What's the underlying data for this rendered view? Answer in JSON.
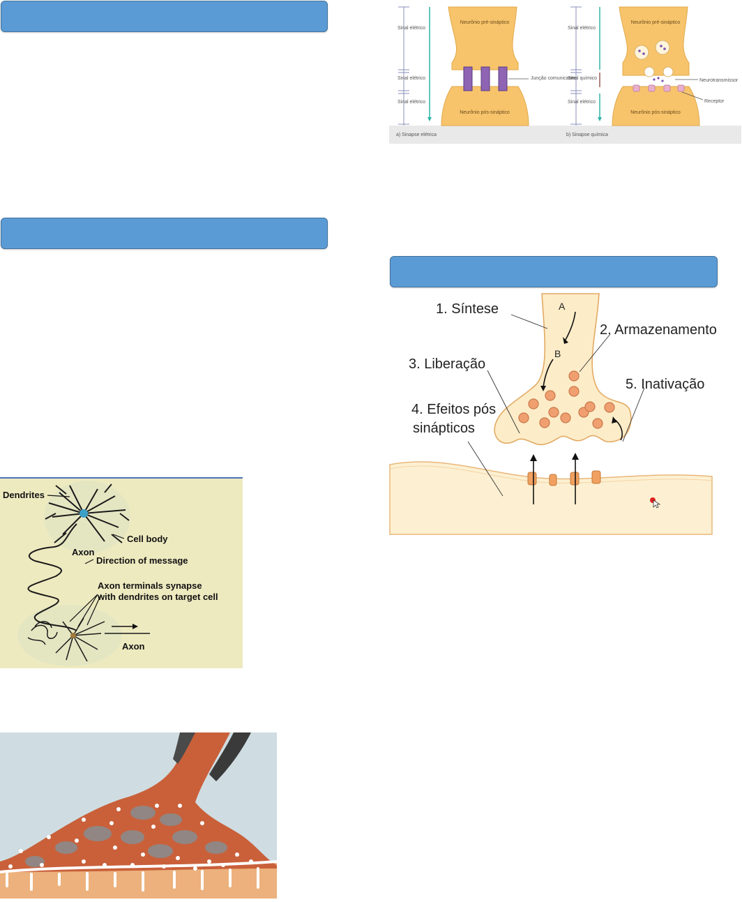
{
  "headers": [
    {
      "label": ""
    },
    {
      "label": ""
    },
    {
      "label": ""
    }
  ],
  "synapse_types": {
    "left_labels": {
      "sinal_eletrico": "Sinal elétrico"
    },
    "right_labels": {
      "sinal_quimico": "Sinal químico"
    },
    "neuron_pre": "Neurônio pré-sináptico",
    "neuron_post": "Neurônio pós-sináptico",
    "juncao": "Junção comunicante",
    "neurotransmissor": "Neurotransmissor",
    "receptor": "Receptor",
    "caption_a": "a) Sinapse elétrica",
    "caption_b": "b) Sinapse química"
  },
  "neuron_diagram": {
    "dendrites": "Dendrites",
    "cell_body": "Cell body",
    "axon": "Axon",
    "direction": "Direction of message",
    "terminals_line1": "Axon terminals synapse",
    "terminals_line2": "with dendrites on target cell",
    "axon2": "Axon"
  },
  "steps_diagram": {
    "step1": "1. Síntese",
    "step2": "2. Armazenamento",
    "step3": "3. Liberação",
    "step4_line1": "4. Efeitos pós",
    "step4_line2": "sinápticos",
    "step5": "5. Inativação",
    "letter_a": "A",
    "letter_b": "B"
  }
}
